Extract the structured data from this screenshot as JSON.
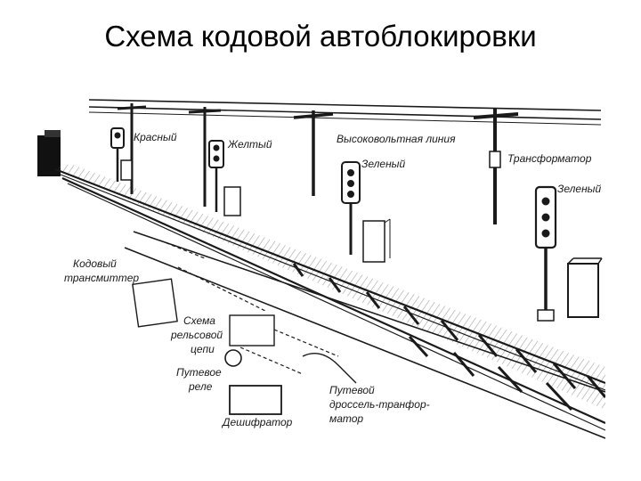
{
  "slide": {
    "title": "Схема кодовой автоблокировки"
  },
  "labels": {
    "red": "Красный",
    "yellow": "Желтый",
    "high_voltage_line": "Высоковольтная линия",
    "transformer": "Трансформатор",
    "green_1": "Зеленый",
    "green_2": "Зеленый",
    "code_transmitter_l1": "Кодовый",
    "code_transmitter_l2": "трансмиттер",
    "track_circuit_l1": "Схема",
    "track_circuit_l2": "рельсовой",
    "track_circuit_l3": "цепи",
    "track_relay_l1": "Путевое",
    "track_relay_l2": "реле",
    "decoder": "Дешифратор",
    "choke_l1": "Путевой",
    "choke_l2": "дроссель-транфор-",
    "choke_l3": "матор"
  },
  "colors": {
    "ink": "#1a1a1a",
    "background": "#ffffff"
  }
}
